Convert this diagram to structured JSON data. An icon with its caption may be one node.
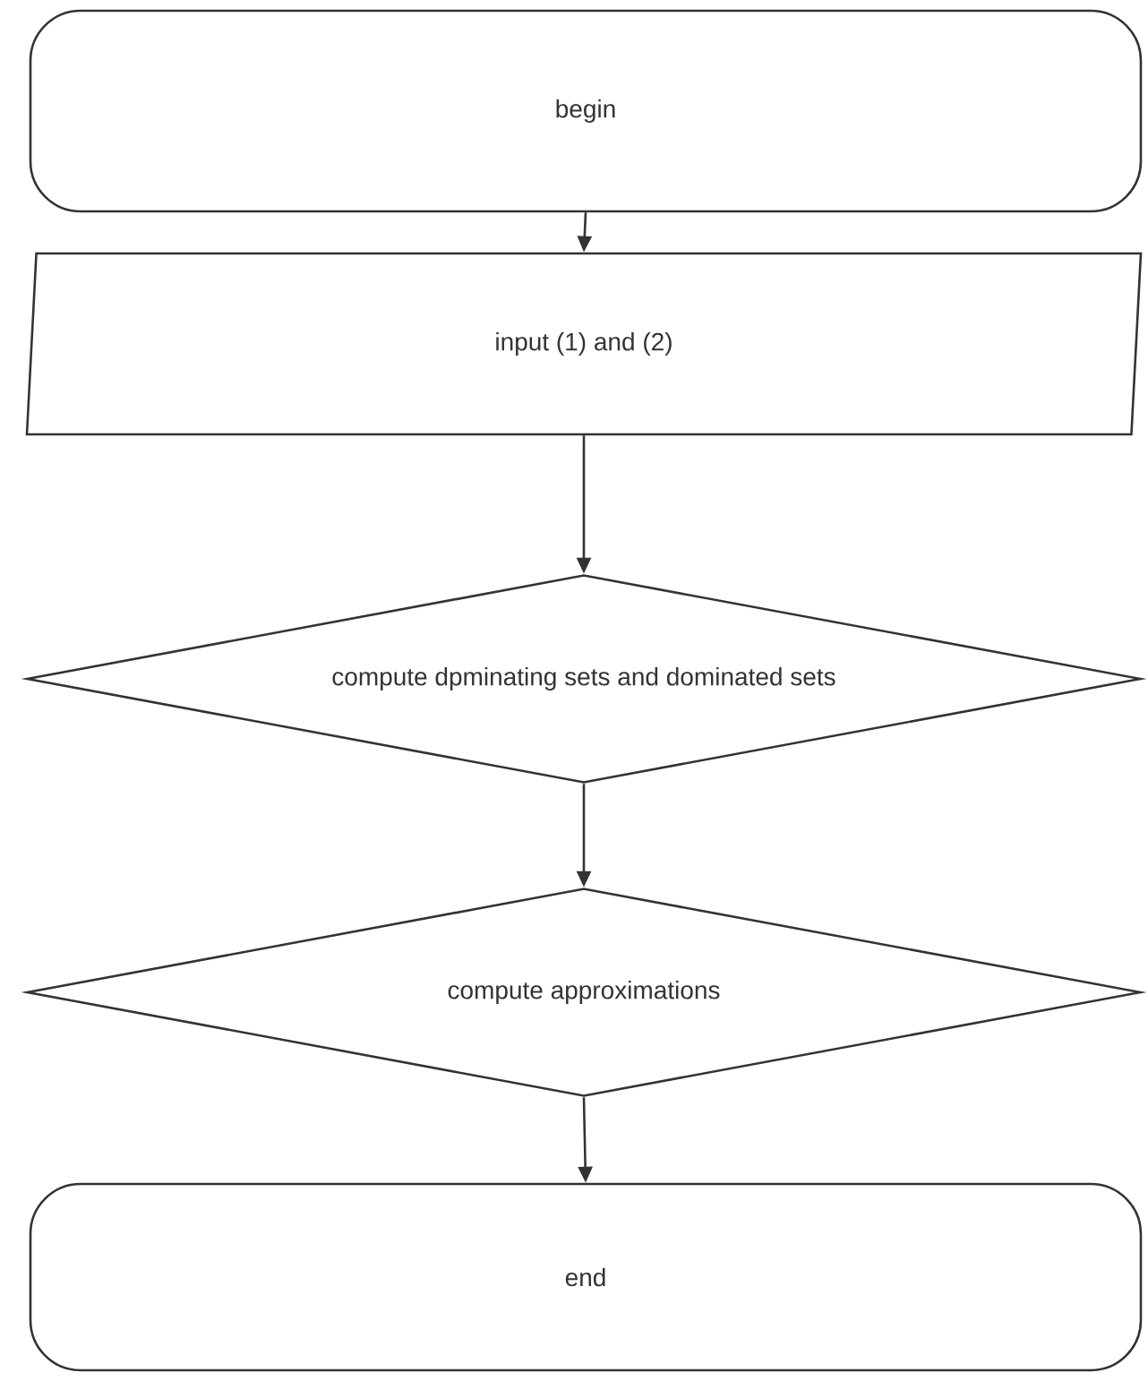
{
  "diagram": {
    "nodes": [
      {
        "text": [
          "begin"
        ]
      },
      {
        "text": [
          "input (1) and (2)"
        ]
      },
      {
        "text": [
          "compute dpminating sets and dominated sets"
        ]
      },
      {
        "text": [
          "compute approximations"
        ]
      },
      {
        "text": [
          "end"
        ]
      }
    ],
    "edges": [
      {
        "from": 0,
        "to": 1,
        "arrow": "to"
      },
      {
        "from": 1,
        "to": 2,
        "arrow": "to"
      },
      {
        "from": 2,
        "to": 3,
        "arrow": "to"
      },
      {
        "from": 3,
        "to": 4,
        "arrow": "to"
      }
    ]
  }
}
